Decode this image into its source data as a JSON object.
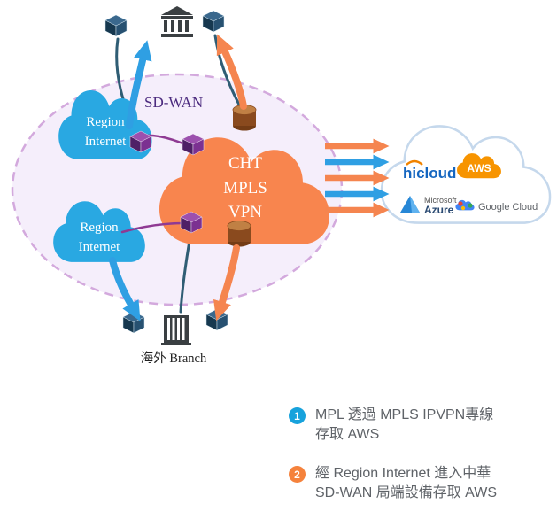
{
  "diagram": {
    "sdwan_label": "SD-WAN",
    "region_top": {
      "line1": "Region",
      "line2": "Internet"
    },
    "region_bottom": {
      "line1": "Region",
      "line2": "Internet"
    },
    "mpls": {
      "line1": "CHT",
      "line2": "MPLS",
      "line3": "VPN"
    },
    "branch_label": "海外 Branch"
  },
  "providers": {
    "hicloud": "hicloud",
    "aws": "AWS",
    "microsoft_line1": "Microsoft",
    "microsoft_line2": "Azure",
    "google": "Google Cloud"
  },
  "notes": [
    {
      "num": "1",
      "line1": "MPL 透過 MPLS IPVPN專線",
      "line2": "存取 AWS"
    },
    {
      "num": "2",
      "line1": "經 Region Internet 進入中華",
      "line2": "SD-WAN 局端設備存取 AWS"
    }
  ],
  "colors": {
    "region_cloud": "#29a8e2",
    "mpls_cloud": "#f8854e",
    "provider_cloud_stroke": "#c5d8ec",
    "blue_arrow": "#2f9fe3",
    "orange_arrow": "#f5854f",
    "ellipse_fill": "#f5eefb",
    "ellipse_border": "#d3a9dd",
    "sdwan_text": "#4b2a7e",
    "note_text": "#5f6368",
    "note1_badge": "#17a2dc",
    "note2_badge": "#f5823c",
    "aws_orange": "#f79400",
    "hicloud_blue": "#1566c0",
    "azure_blue": "#2787d6"
  }
}
